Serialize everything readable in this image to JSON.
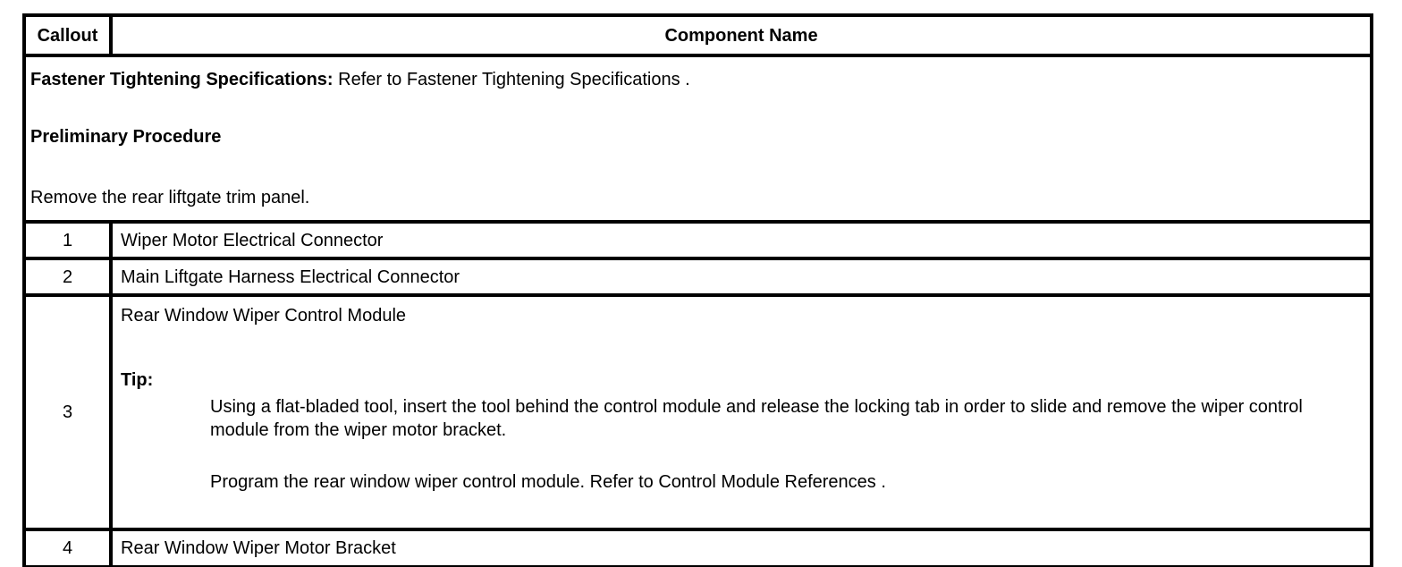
{
  "table": {
    "header": {
      "callout": "Callout",
      "component": "Component Name"
    },
    "note": {
      "fastener_bold": "Fastener Tightening Specifications:",
      "fastener_rest": " Refer to Fastener Tightening Specifications .",
      "preliminary": "Preliminary Procedure",
      "remove": "Remove the rear liftgate trim panel."
    },
    "rows": [
      {
        "callout": "1",
        "name": "Wiper Motor Electrical Connector"
      },
      {
        "callout": "2",
        "name": "Main Liftgate Harness Electrical Connector"
      },
      {
        "callout": "3",
        "name": "Rear Window Wiper Control Module",
        "tip_label": "Tip:",
        "tip_items": [
          "Using a flat-bladed tool, insert the tool behind the control module and release the locking tab in order to slide and remove the wiper control module from the wiper motor bracket.",
          "Program the rear window wiper control module. Refer to Control Module References ."
        ]
      },
      {
        "callout": "4",
        "name": "Rear Window Wiper Motor Bracket"
      }
    ]
  },
  "colors": {
    "border": "#000000",
    "text": "#000000",
    "background": "#ffffff"
  }
}
